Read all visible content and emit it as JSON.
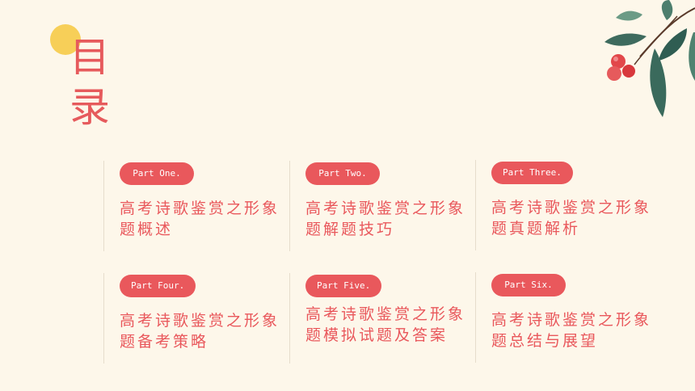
{
  "title": {
    "line1": "目",
    "line2": "录"
  },
  "parts": [
    {
      "label": "Part One.",
      "text": "高考诗歌鉴赏之形象题概述"
    },
    {
      "label": "Part Two.",
      "text": "高考诗歌鉴赏之形象题解题技巧"
    },
    {
      "label": "Part Three.",
      "text": "高考诗歌鉴赏之形象题真题解析"
    },
    {
      "label": "Part Four.",
      "text": "高考诗歌鉴赏之形象题备考策略"
    },
    {
      "label": "Part Five.",
      "text": "高考诗歌鉴赏之形象题模拟试题及答案"
    },
    {
      "label": "Part Six.",
      "text": "高考诗歌鉴赏之形象题总结与展望"
    }
  ],
  "colors": {
    "accent": "#e9585c",
    "background": "#fdf7ea",
    "dot": "#f7cf58"
  }
}
